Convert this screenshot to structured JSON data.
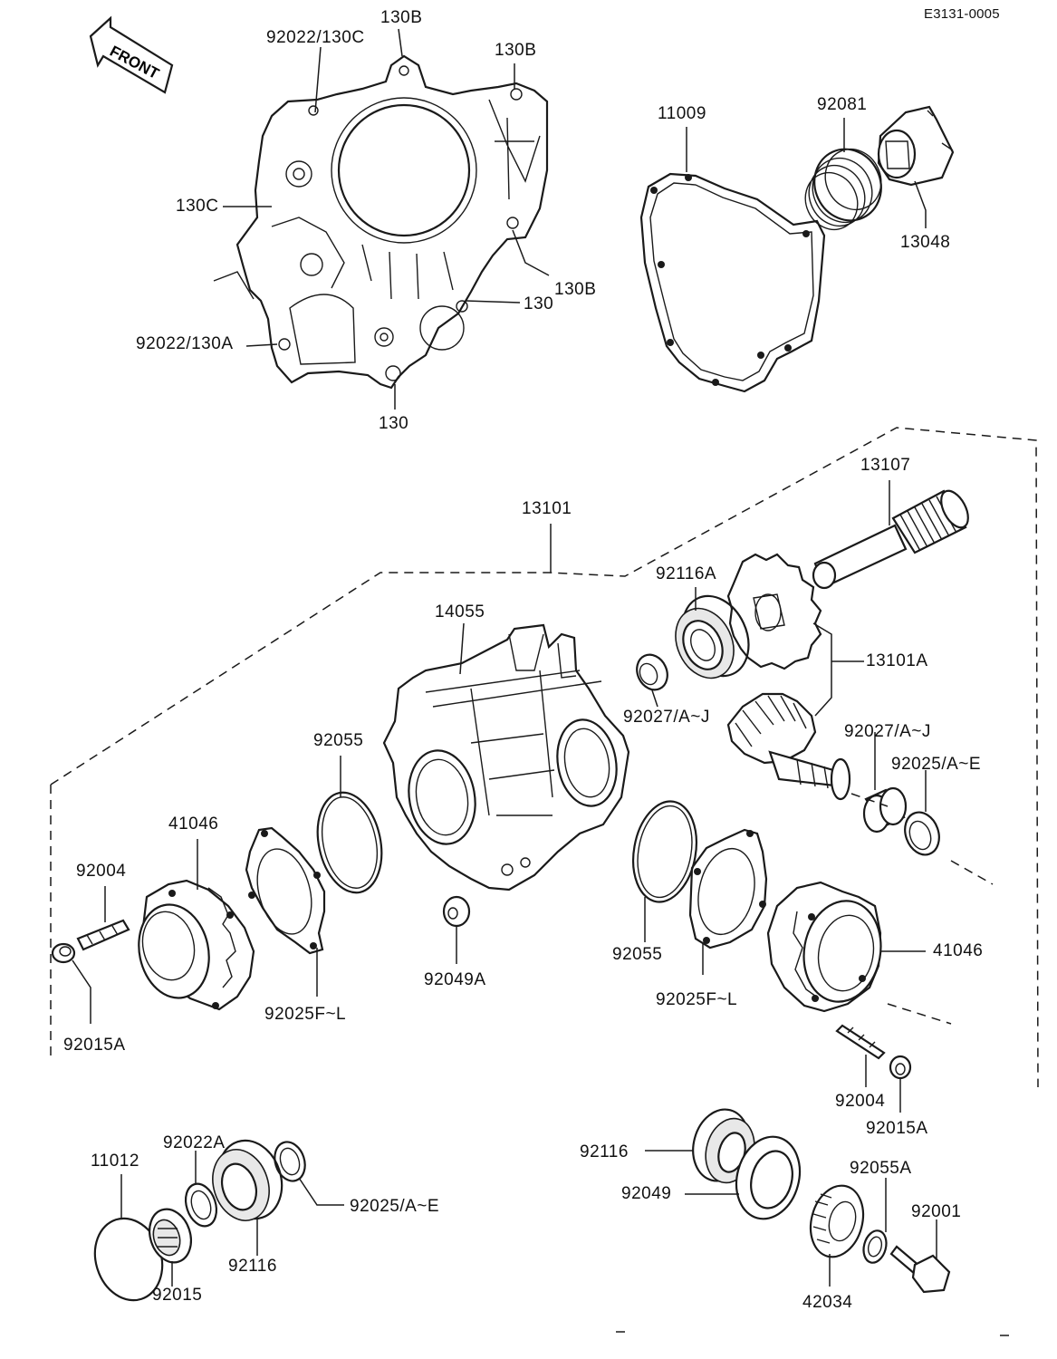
{
  "document_id": "E3131-0005",
  "front_arrow_label": "FRONT",
  "labels": {
    "l_92022_130C": "92022/130C",
    "l_130B_top": "130B",
    "l_130B_right": "130B",
    "l_130C": "130C",
    "l_130B_low": "130B",
    "l_130_right": "130",
    "l_92022_130A": "92022/130A",
    "l_130_bottom": "130",
    "l_11009": "11009",
    "l_92081": "92081",
    "l_13048": "13048",
    "l_13107": "13107",
    "l_13101": "13101",
    "l_92116A": "92116A",
    "l_14055": "14055",
    "l_13101A": "13101A",
    "l_92027_left": "92027/A~J",
    "l_92027_right": "92027/A~J",
    "l_92025_AE_right": "92025/A~E",
    "l_92055_left": "92055",
    "l_41046_left": "41046",
    "l_92004_left": "92004",
    "l_92015A_left": "92015A",
    "l_92025FL_left": "92025F~L",
    "l_92049A": "92049A",
    "l_92055_right": "92055",
    "l_92025FL_right": "92025F~L",
    "l_41046_right": "41046",
    "l_92004_right": "92004",
    "l_92015A_right": "92015A",
    "l_11012": "11012",
    "l_92022A": "92022A",
    "l_92025_AE_bottom": "92025/A~E",
    "l_92116_left": "92116",
    "l_92015": "92015",
    "l_92116_right": "92116",
    "l_92049": "92049",
    "l_92055A": "92055A",
    "l_92001": "92001",
    "l_42034": "42034"
  }
}
